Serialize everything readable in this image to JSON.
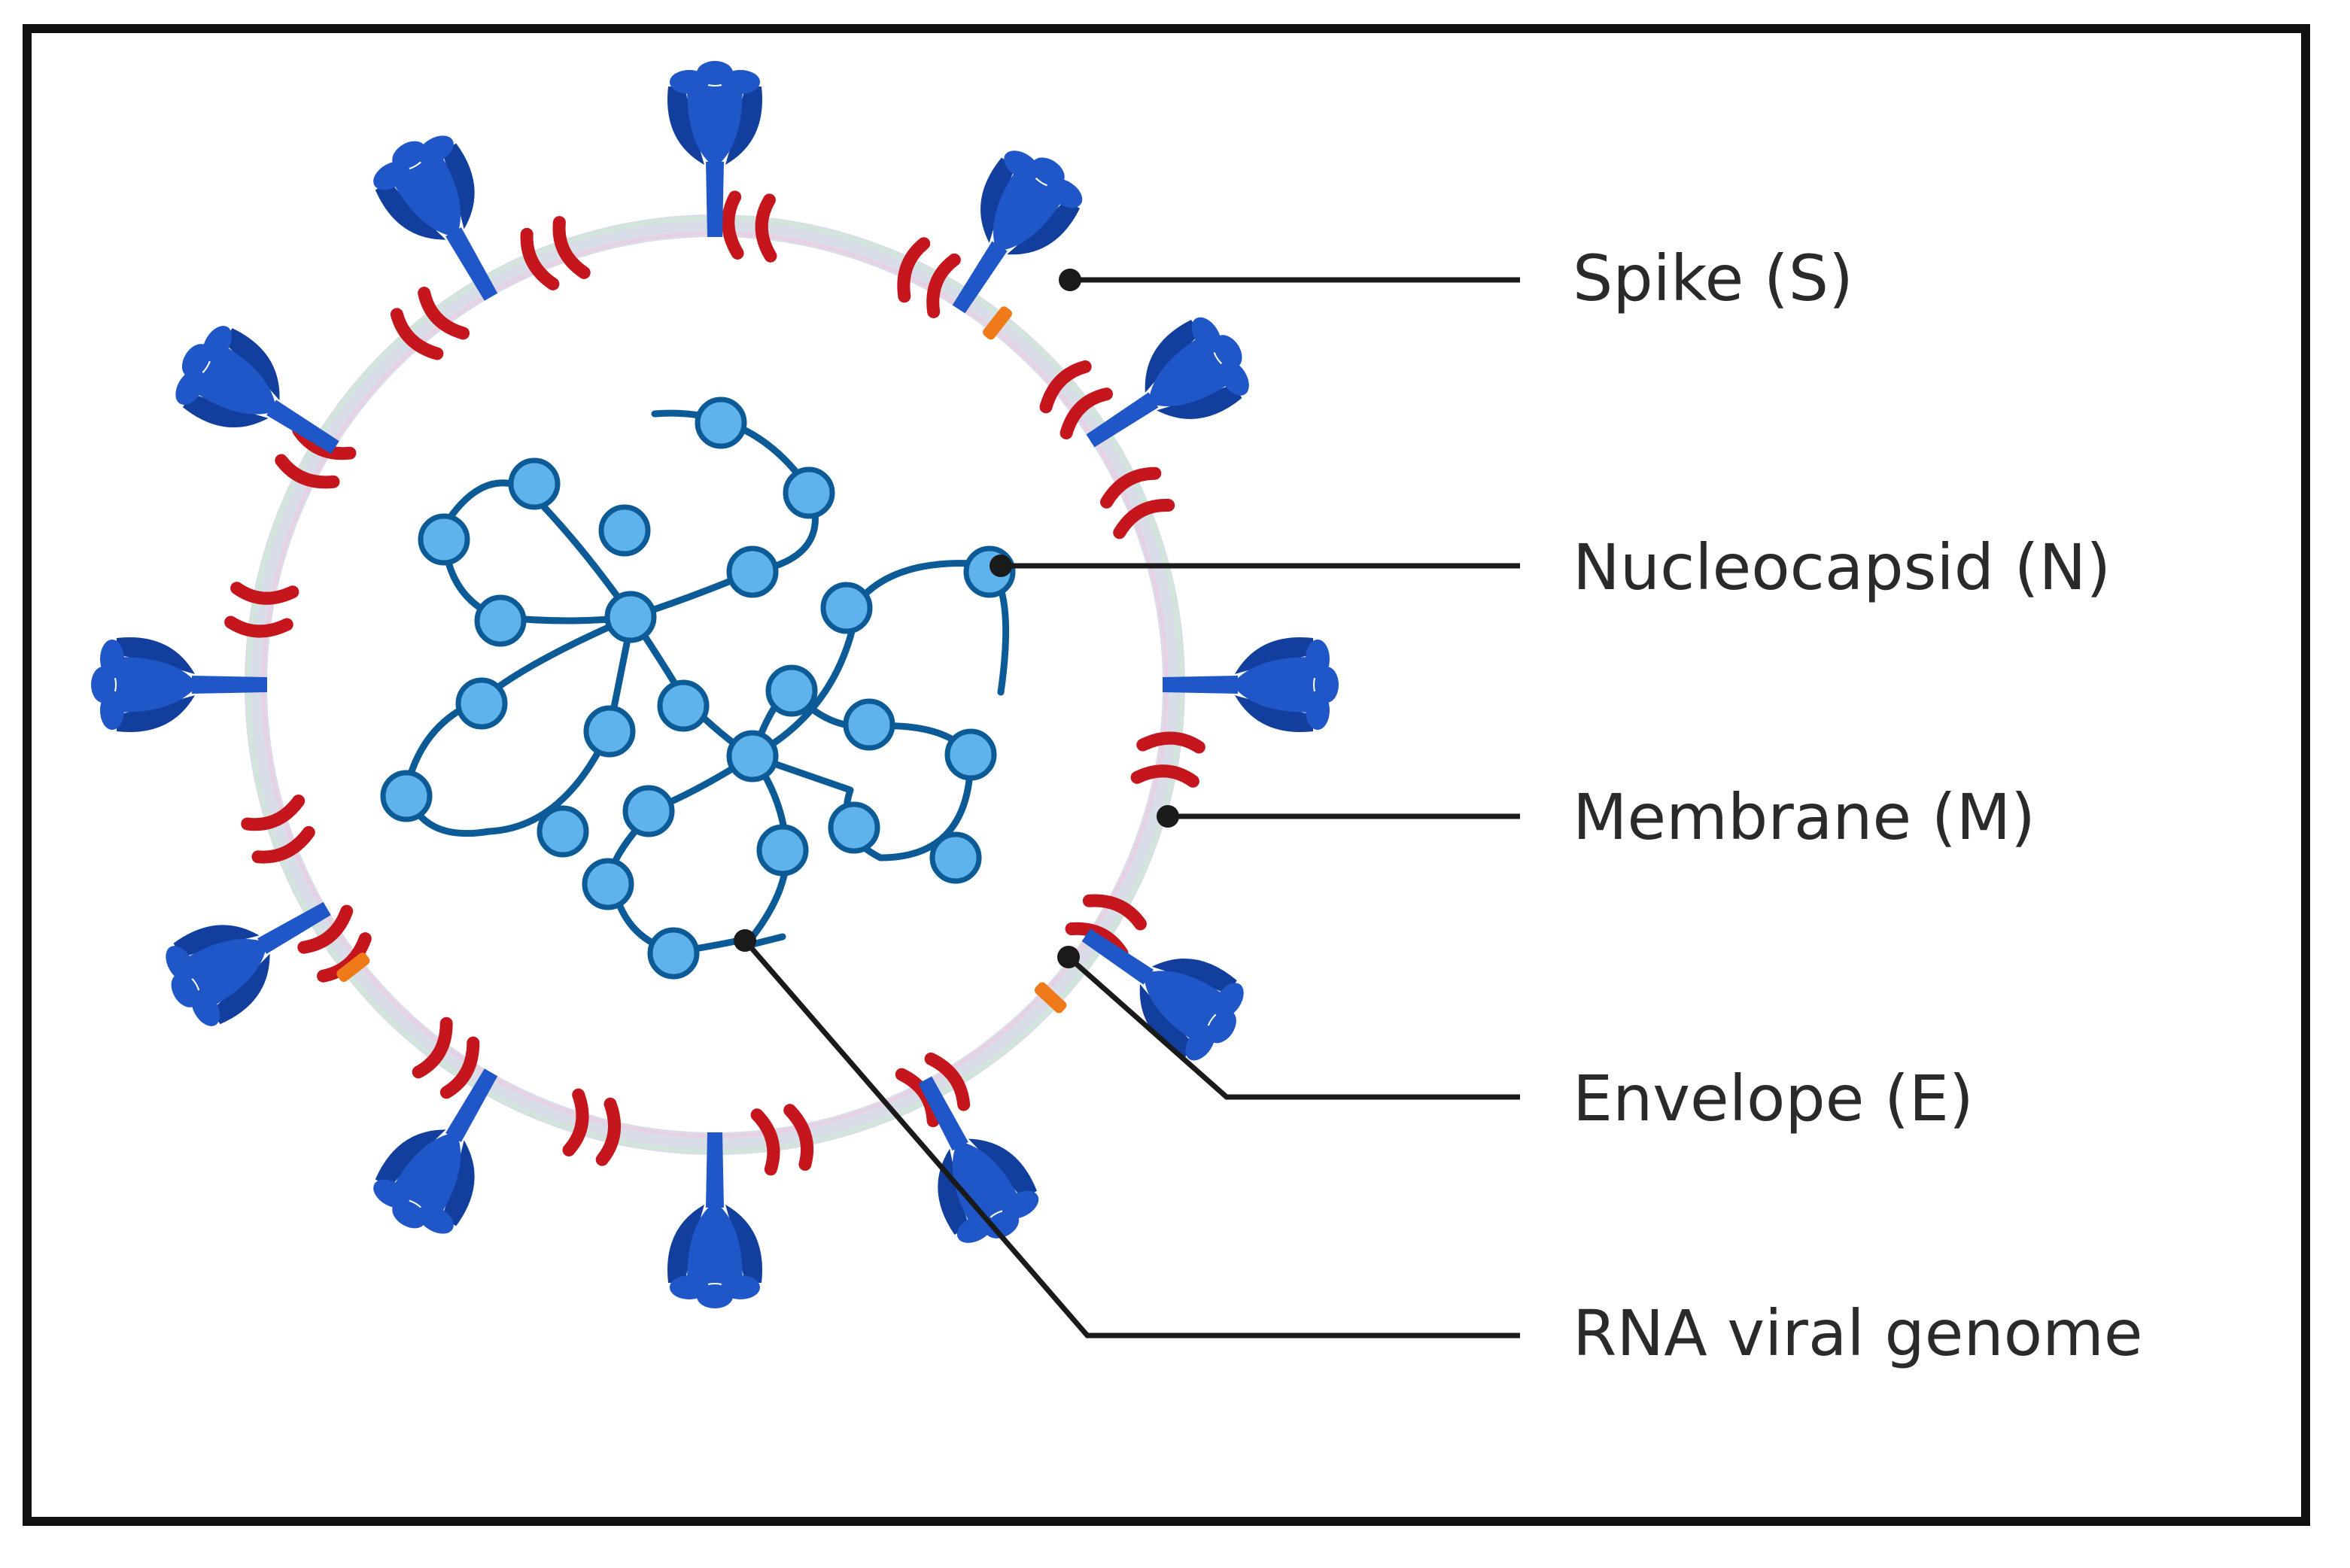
{
  "colors": {
    "spike": "#1f56c8",
    "spike_dark": "#123f9e",
    "membrane_protein": "#c4161c",
    "envelope_protein": "#ef7a1a",
    "nucleocapsid": "#5eb3ec",
    "rna": "#0d5b96",
    "membrane_ring": "#d9dde8",
    "leader_line": "#1a1a1a",
    "frame": "#111111"
  },
  "labels": {
    "spike": "Spike (S)",
    "nucleocapsid": "Nucleocapsid (N)",
    "membrane": "Membrane (M)",
    "envelope": "Envelope (E)",
    "rna": "RNA viral genome"
  }
}
